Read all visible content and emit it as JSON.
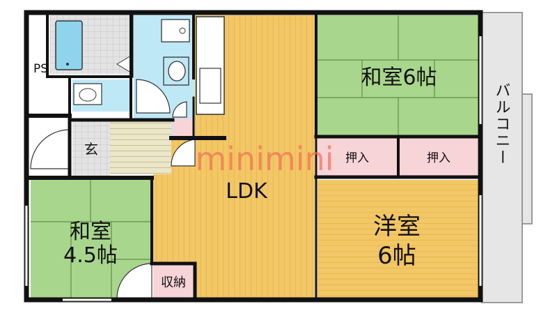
{
  "rooms": {
    "ldk": "LDK",
    "washitsu_6": "和室6帖",
    "washitsu_45_name": "和室",
    "washitsu_45_size": "4.5帖",
    "youshitsu_name": "洋室",
    "youshitsu_size": "6帖",
    "genkan": "玄",
    "shuno": "収納",
    "oshiire_1": "押入",
    "oshiire_2": "押入",
    "ps": "PS",
    "balcony": "バルコニー"
  },
  "watermark": "minimini",
  "colors": {
    "wood": "#f2c766",
    "wood_stripe": "#e2aa3c",
    "tatami": "#a9d68d",
    "tatami_line": "#5f8f48",
    "wet": "#bfe8f6",
    "tile": "#dcdcdc",
    "storage": "#f7d4d8",
    "balcony": "#e6e6e6",
    "wall": "#111111",
    "watermark": "#f26d55"
  }
}
